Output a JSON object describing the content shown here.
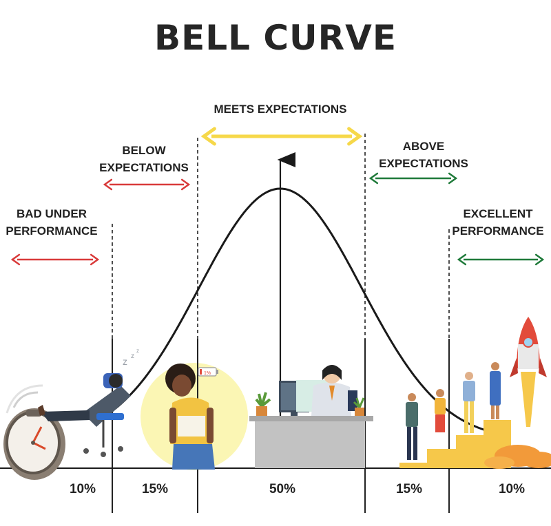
{
  "title": "BELL CURVE",
  "zones": [
    {
      "id": "bad",
      "label_line1": "BAD UNDER",
      "label_line2": "PERFORMANCE",
      "percent": "10%",
      "arrow_color": "#d93a3a"
    },
    {
      "id": "below",
      "label_line1": "BELOW",
      "label_line2": "EXPECTATIONS",
      "percent": "15%",
      "arrow_color": "#d93a3a"
    },
    {
      "id": "meets",
      "label_line1": "MEETS EXPECTATIONS",
      "label_line2": "",
      "percent": "50%",
      "arrow_color": "#f6d84a"
    },
    {
      "id": "above",
      "label_line1": "ABOVE",
      "label_line2": "EXPECTATIONS",
      "percent": "15%",
      "arrow_color": "#1f7a3a"
    },
    {
      "id": "excellent",
      "label_line1": "EXCELLENT",
      "label_line2": "PERFORMANCE",
      "percent": "10%",
      "arrow_color": "#1f7a3a"
    }
  ],
  "battery_label": "1%",
  "colors": {
    "curve": "#1a1a1a",
    "desk": "#b9b9b9",
    "highlight": "#fbf6b4",
    "step": "#f6c84a",
    "rocket": "#e24b3b"
  },
  "icons": [
    "clock-icon",
    "sleeping-worker-icon",
    "sad-worker-icon",
    "battery-icon",
    "office-worker-icon",
    "plant-icon",
    "standing-people-icon",
    "rocket-icon"
  ]
}
